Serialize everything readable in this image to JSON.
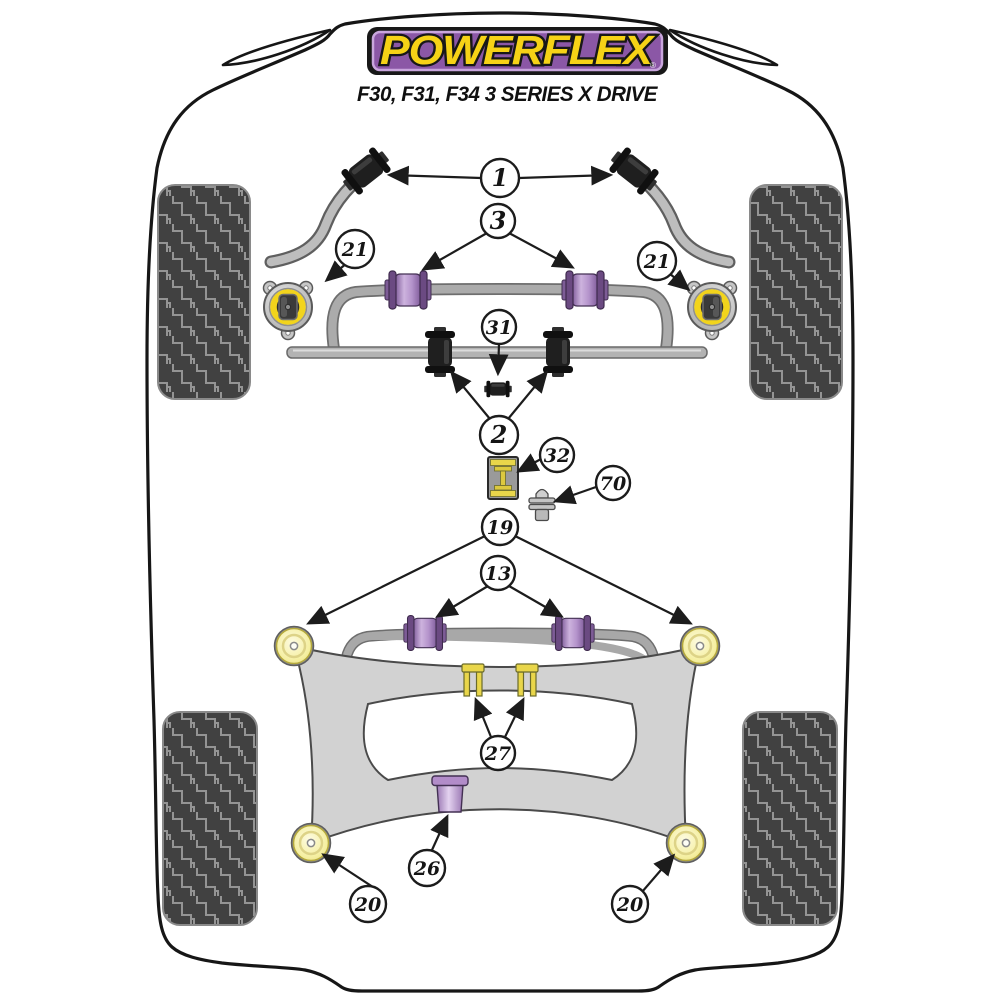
{
  "header": {
    "brand": "POWERFLEX",
    "registered": "®",
    "subtitle": "F30, F31, F34 3 SERIES X DRIVE"
  },
  "colors": {
    "logo_yellow": "#f6d216",
    "logo_purple": "#8b57a6",
    "bush_purple": "#b493cb",
    "bush_purple_dark": "#62447a",
    "mount_yellow": "#f5efa0",
    "insert_yellow": "#e9d64a",
    "frame_gray": "#d2d2d2",
    "bar_gray": "#ababab",
    "tire_gray": "#414141",
    "outline_black": "#161616"
  },
  "callouts": {
    "c1": "1",
    "c3": "3",
    "c21_left": "21",
    "c21_right": "21",
    "c31": "31",
    "c2": "2",
    "c32": "32",
    "c70": "70",
    "c19": "19",
    "c13": "13",
    "c27": "27",
    "c26": "26",
    "c20_left": "20",
    "c20_right": "20"
  }
}
